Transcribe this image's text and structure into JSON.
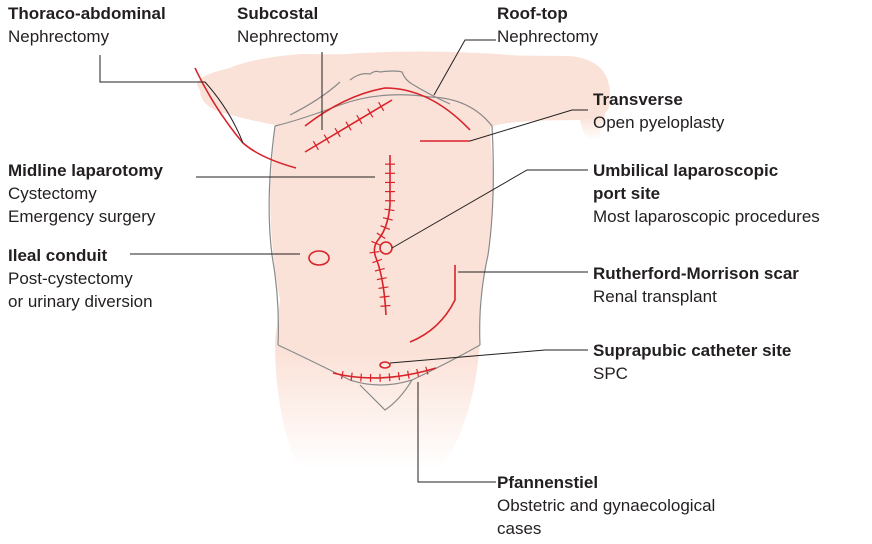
{
  "colors": {
    "skin": "#fbe2d8",
    "skin_fade": "#ffffff",
    "outline": "#8a8a8a",
    "scar": "#d8232a",
    "leader": "#231f20",
    "text": "#231f20"
  },
  "labels": {
    "thoraco": {
      "title": "Thoraco-abdominal",
      "lines": [
        "Nephrectomy"
      ]
    },
    "subcostal": {
      "title": "Subcostal",
      "lines": [
        "Nephrectomy"
      ]
    },
    "rooftop": {
      "title": "Roof-top",
      "lines": [
        "Nephrectomy"
      ]
    },
    "transverse": {
      "title": "Transverse",
      "lines": [
        "Open pyeloplasty"
      ]
    },
    "midline": {
      "title": "Midline laparotomy",
      "lines": [
        "Cystectomy",
        "Emergency surgery"
      ]
    },
    "umbilical": {
      "title": "Umbilical laparoscopic",
      "title2": "port site",
      "lines": [
        "Most laparoscopic procedures"
      ]
    },
    "ileal": {
      "title": "Ileal conduit",
      "lines": [
        "Post-cystectomy",
        "or urinary diversion"
      ]
    },
    "rutherford": {
      "title": "Rutherford-Morrison scar",
      "lines": [
        "Renal transplant"
      ]
    },
    "suprapubic": {
      "title": "Suprapubic catheter site",
      "lines": [
        "SPC"
      ]
    },
    "pfannenstiel": {
      "title": "Pfannenstiel",
      "lines": [
        "Obstetric and gynaecological",
        "cases"
      ]
    }
  }
}
